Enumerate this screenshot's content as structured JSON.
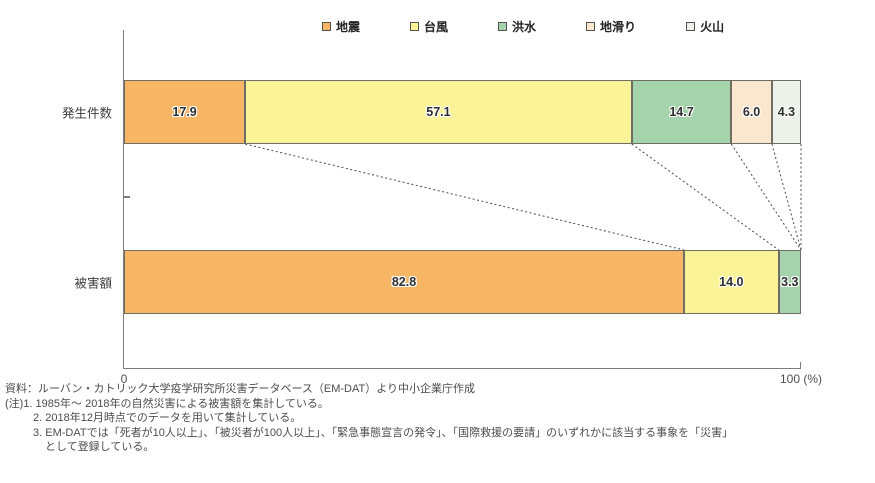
{
  "chart_data": {
    "type": "bar",
    "stacked": true,
    "orientation": "horizontal",
    "title": "",
    "categories": [
      "発生件数",
      "被害額"
    ],
    "series": [
      {
        "name": "地震",
        "color": "#f6b666",
        "values": [
          17.9,
          82.8
        ]
      },
      {
        "name": "台風",
        "color": "#faf398",
        "values": [
          57.1,
          14.0
        ]
      },
      {
        "name": "洪水",
        "color": "#a5d3ac",
        "values": [
          14.7,
          3.3
        ]
      },
      {
        "name": "地滑り",
        "color": "#fae7ce",
        "values": [
          6.0,
          0
        ]
      },
      {
        "name": "火山",
        "color": "#ecf2e9",
        "values": [
          4.3,
          0
        ]
      }
    ],
    "xlim": [
      0,
      100
    ],
    "x_axis": {
      "min_label": "0",
      "max_label": "100 (%)"
    },
    "legend_position": "top",
    "grid": false,
    "connectors_between_bars": true
  },
  "footer": {
    "source": "資料：ルーバン・カトリック大学疫学研究所災害データベース（EM-DAT）より中小企業庁作成",
    "note1": "(注)1. 1985年～ 2018年の自然災害による被害額を集計している。",
    "note2": "2. 2018年12月時点でのデータを用いて集計している。",
    "note3a": "3. EM-DATでは「死者が10人以上」、「被災者が100人以上」、「緊急事態宣言の発令」、「国際救援の要請」のいずれかに該当する事象を「災害」",
    "note3b": "として登録している。"
  }
}
